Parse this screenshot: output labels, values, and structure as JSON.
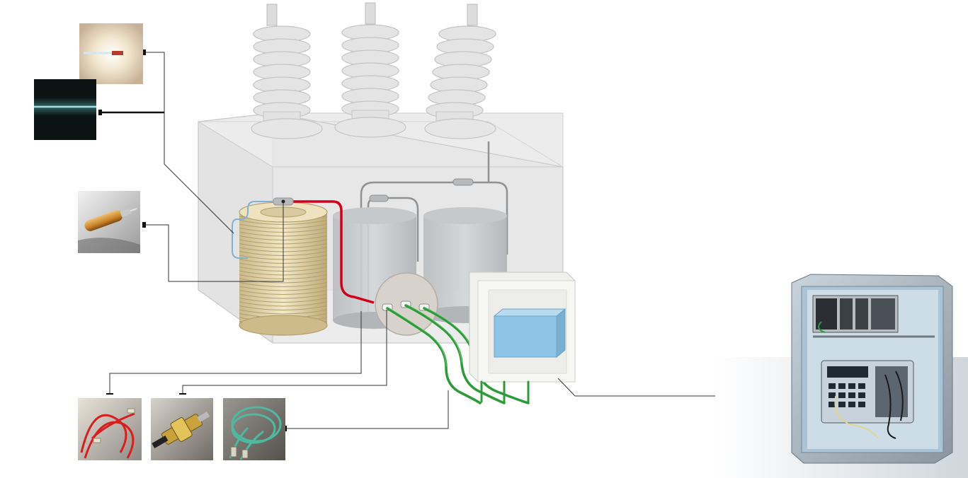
{
  "diagram": {
    "subject": "transformer-fiber-optic-temperature-monitoring",
    "components": [
      {
        "id": "probe-tip-thumbnail",
        "icon": "glowing-probe-tip"
      },
      {
        "id": "fiber-cable-thumbnail",
        "icon": "blue-fiber-cable"
      },
      {
        "id": "sensor-probe-thumbnail",
        "icon": "orange-sensor-probe"
      },
      {
        "id": "transformer-tank",
        "icon": "transparent-transformer-tank"
      },
      {
        "id": "bushings",
        "count": 3,
        "icon": "porcelain-bushing"
      },
      {
        "id": "winding-coil",
        "icon": "copper-coil"
      },
      {
        "id": "tank-wall-feedthrough",
        "icon": "round-feedthrough-plate"
      },
      {
        "id": "junction-box",
        "icon": "junction-box"
      },
      {
        "id": "red-extension-cable-thumbnail",
        "icon": "red-fiber-cable"
      },
      {
        "id": "connector-thumbnail",
        "icon": "fiber-connector"
      },
      {
        "id": "green-extension-cable-thumbnail",
        "icon": "green-fiber-cable"
      },
      {
        "id": "monitoring-cabinet",
        "icon": "monitoring-instrument-enclosure"
      }
    ],
    "colors": {
      "internal_fiber": "#d0001c",
      "external_fiber": "#2f9a3a",
      "probe_fiber": "#7fb3d5",
      "leader_line": "#333333",
      "tank": "#eeeeee",
      "bushing": "#dddddd",
      "coil": "#d8c9a0",
      "junction_box_display": "#8ec4e6"
    }
  }
}
